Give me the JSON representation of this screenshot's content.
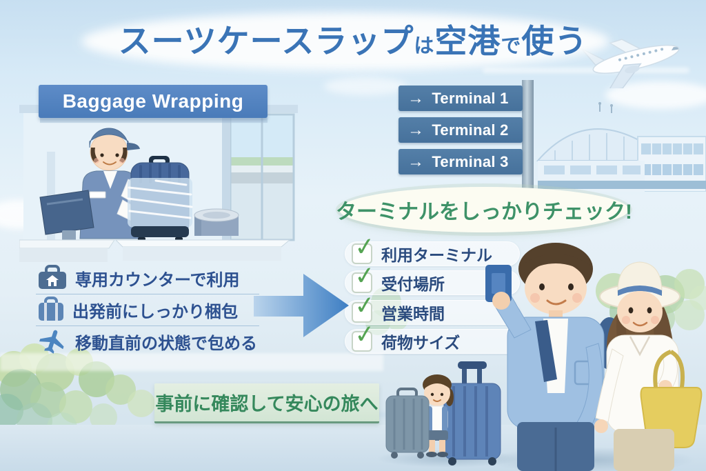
{
  "title": {
    "parts": [
      {
        "text": "スーツケースラップ"
      },
      {
        "text": "は"
      },
      {
        "text": "空港"
      },
      {
        "text": "で"
      },
      {
        "text": "使う"
      }
    ]
  },
  "booth_sign": "Baggage Wrapping",
  "terminal_signs": {
    "arrow": "→",
    "items": [
      {
        "label": "Terminal 1"
      },
      {
        "label": "Terminal 2"
      },
      {
        "label": "Terminal 3"
      }
    ]
  },
  "terminal_note": "ターミナルをしっかりチェック!",
  "checklist": {
    "check_glyph": "✓",
    "items": [
      {
        "label": "利用ターミナル"
      },
      {
        "label": "受付場所"
      },
      {
        "label": "営業時間"
      },
      {
        "label": "荷物サイズ"
      }
    ]
  },
  "usage_points": [
    {
      "icon": "wrap-counter-suitcase-icon",
      "label": "専用カウンターで利用"
    },
    {
      "icon": "packed-suitcase-icon",
      "label": "出発前にしっかり梱包"
    },
    {
      "icon": "airplane-icon",
      "label": "移動直前の状態で包める"
    }
  ],
  "footer_note": "事前に確認して安心の旅へ",
  "colors": {
    "title_blue": "#3a74b6",
    "sign_blue": "#4f82c0",
    "terminal_sign_blue": "#4b79a4",
    "accent_green": "#3e9268",
    "check_green": "#55a453",
    "list_text_blue": "#2d5190",
    "arrow_blue": "#3d7ec3",
    "banner_green_bg": "#d9ead9"
  }
}
